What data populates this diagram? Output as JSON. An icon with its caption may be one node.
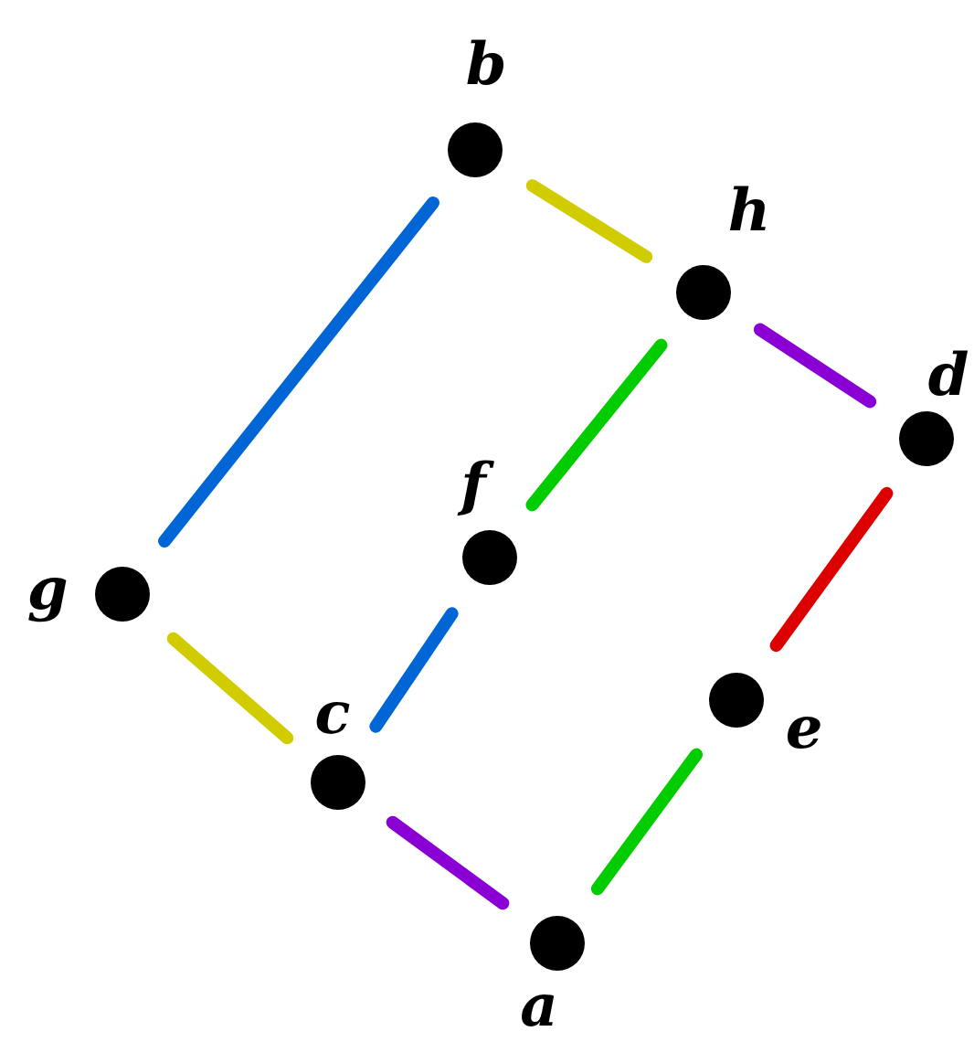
{
  "diagram": {
    "nodes": [
      {
        "text": [
          "b"
        ]
      },
      {
        "text": [
          "h"
        ]
      },
      {
        "text": [
          "d"
        ]
      },
      {
        "text": [
          "g"
        ]
      },
      {
        "text": [
          "f"
        ]
      },
      {
        "text": [
          "c"
        ]
      },
      {
        "text": [
          "e"
        ]
      },
      {
        "text": [
          "a"
        ]
      }
    ],
    "edges": [
      {
        "from": 0,
        "to": 3,
        "arrow": "none",
        "color": "#0066d6"
      },
      {
        "from": 0,
        "to": 1,
        "arrow": "none",
        "color": "#d0cc00"
      },
      {
        "from": 1,
        "to": 2,
        "arrow": "none",
        "color": "#8a00d4"
      },
      {
        "from": 1,
        "to": 4,
        "arrow": "none",
        "color": "#00cc00"
      },
      {
        "from": 2,
        "to": 6,
        "arrow": "none",
        "color": "#dd0000"
      },
      {
        "from": 3,
        "to": 5,
        "arrow": "none",
        "color": "#d0cc00"
      },
      {
        "from": 4,
        "to": 5,
        "arrow": "none",
        "color": "#0066d6"
      },
      {
        "from": 5,
        "to": 7,
        "arrow": "none",
        "color": "#8a00d4"
      },
      {
        "from": 6,
        "to": 7,
        "arrow": "none",
        "color": "#00cc00"
      }
    ]
  }
}
